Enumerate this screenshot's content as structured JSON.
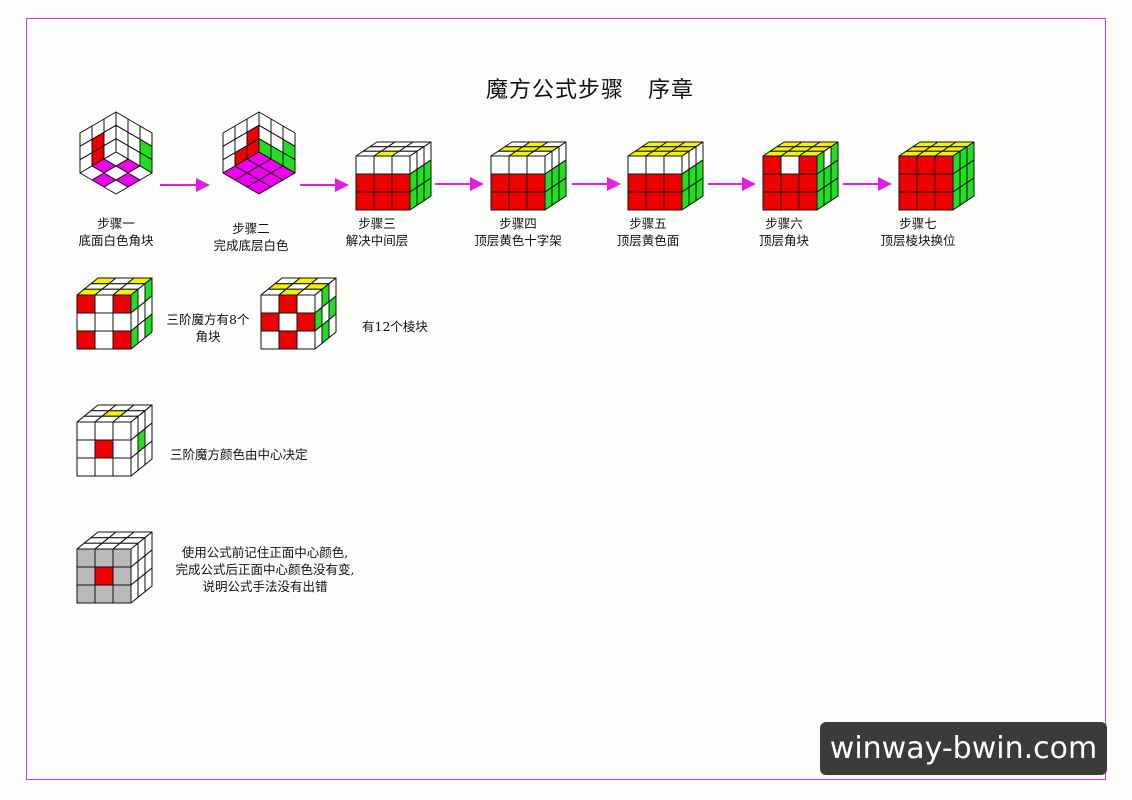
{
  "title": "魔方公式步骤   序章",
  "colors": {
    "white": "#ffffff",
    "red": "#ee0000",
    "green": "#22dd22",
    "yellow": "#f2f200",
    "magenta": "#ee00ee",
    "gray": "#b9b9b9",
    "arrow": "#e020e0",
    "frame": "#d23ad2"
  },
  "steps": [
    {
      "name": "步骤一",
      "desc": "底面白色角块"
    },
    {
      "name": "步骤二",
      "desc": "完成底层白色"
    },
    {
      "name": "步骤三",
      "desc": "解决中间层"
    },
    {
      "name": "步骤四",
      "desc": "顶层黄色十字架"
    },
    {
      "name": "步骤五",
      "desc": "顶层黄色面"
    },
    {
      "name": "步骤六",
      "desc": "顶层角块"
    },
    {
      "name": "步骤七",
      "desc": "顶层棱块换位"
    }
  ],
  "notes": {
    "corners_line1": "三阶魔方有8个",
    "corners_line2": "角块",
    "edges": "有12个棱块",
    "centers": "三阶魔方颜色由中心决定",
    "formula_line1": "使用公式前记住正面中心颜色,",
    "formula_line2": "完成公式后正面中心颜色没有变,",
    "formula_line3": "说明公式手法没有出错"
  },
  "watermark": "winway-bwin.com",
  "cubes": {
    "step1": {
      "left": [
        "white",
        "white",
        "white",
        "white",
        "red",
        "white",
        "white",
        "red",
        "white"
      ],
      "right": [
        "white",
        "white",
        "white",
        "white",
        "white",
        "green",
        "white",
        "white",
        "green"
      ],
      "bottom": [
        "white",
        "magenta",
        "white",
        "magenta",
        "white",
        "magenta",
        "white",
        "magenta",
        "white"
      ]
    },
    "step2": {
      "left": [
        "white",
        "white",
        "white",
        "red",
        "white",
        "white",
        "red",
        "red",
        "white"
      ],
      "right": [
        "white",
        "white",
        "white",
        "white",
        "white",
        "green",
        "green",
        "green",
        "green"
      ],
      "bottom": [
        "magenta",
        "magenta",
        "magenta",
        "magenta",
        "magenta",
        "magenta",
        "magenta",
        "magenta",
        "magenta"
      ]
    },
    "step3": {
      "top": [
        "white",
        "white",
        "white",
        "white",
        "white",
        "white",
        "white",
        "yellow",
        "white"
      ],
      "front": [
        "white",
        "white",
        "white",
        "red",
        "red",
        "red",
        "red",
        "red",
        "red"
      ],
      "right": [
        "white",
        "white",
        "white",
        "green",
        "green",
        "green",
        "green",
        "green",
        "green"
      ]
    },
    "step4": {
      "top": [
        "white",
        "yellow",
        "white",
        "yellow",
        "yellow",
        "yellow",
        "white",
        "yellow",
        "white"
      ],
      "front": [
        "white",
        "white",
        "white",
        "red",
        "red",
        "red",
        "red",
        "red",
        "red"
      ],
      "right": [
        "white",
        "white",
        "white",
        "green",
        "green",
        "green",
        "green",
        "green",
        "green"
      ]
    },
    "step5": {
      "top": [
        "yellow",
        "yellow",
        "yellow",
        "yellow",
        "yellow",
        "yellow",
        "yellow",
        "yellow",
        "yellow"
      ],
      "front": [
        "white",
        "white",
        "white",
        "red",
        "red",
        "red",
        "red",
        "red",
        "red"
      ],
      "right": [
        "white",
        "white",
        "white",
        "green",
        "green",
        "green",
        "green",
        "green",
        "green"
      ]
    },
    "step6": {
      "top": [
        "yellow",
        "yellow",
        "yellow",
        "yellow",
        "yellow",
        "yellow",
        "yellow",
        "yellow",
        "yellow"
      ],
      "front": [
        "red",
        "white",
        "red",
        "red",
        "red",
        "red",
        "red",
        "red",
        "red"
      ],
      "right": [
        "green",
        "white",
        "green",
        "green",
        "green",
        "green",
        "green",
        "green",
        "green"
      ]
    },
    "step7": {
      "top": [
        "yellow",
        "yellow",
        "yellow",
        "yellow",
        "yellow",
        "yellow",
        "yellow",
        "yellow",
        "yellow"
      ],
      "front": [
        "red",
        "red",
        "red",
        "red",
        "red",
        "red",
        "red",
        "red",
        "red"
      ],
      "right": [
        "green",
        "green",
        "green",
        "green",
        "green",
        "green",
        "green",
        "green",
        "green"
      ]
    },
    "corners": {
      "top": [
        "yellow",
        "white",
        "yellow",
        "white",
        "white",
        "white",
        "yellow",
        "white",
        "yellow"
      ],
      "front": [
        "red",
        "white",
        "red",
        "white",
        "white",
        "white",
        "red",
        "white",
        "red"
      ],
      "right": [
        "green",
        "white",
        "green",
        "white",
        "white",
        "white",
        "green",
        "white",
        "green"
      ]
    },
    "edges": {
      "top": [
        "white",
        "yellow",
        "white",
        "yellow",
        "white",
        "yellow",
        "white",
        "yellow",
        "white"
      ],
      "front": [
        "white",
        "red",
        "white",
        "red",
        "white",
        "red",
        "white",
        "red",
        "white"
      ],
      "right": [
        "white",
        "green",
        "white",
        "green",
        "white",
        "green",
        "white",
        "green",
        "white"
      ]
    },
    "centers": {
      "top": [
        "white",
        "white",
        "white",
        "white",
        "yellow",
        "white",
        "white",
        "white",
        "white"
      ],
      "front": [
        "white",
        "white",
        "white",
        "white",
        "red",
        "white",
        "white",
        "white",
        "white"
      ],
      "right": [
        "white",
        "white",
        "white",
        "white",
        "green",
        "white",
        "white",
        "white",
        "white"
      ]
    },
    "formula": {
      "top": [
        "white",
        "white",
        "white",
        "white",
        "white",
        "white",
        "white",
        "white",
        "white"
      ],
      "front": [
        "gray",
        "gray",
        "gray",
        "gray",
        "red",
        "gray",
        "gray",
        "gray",
        "gray"
      ],
      "right": [
        "white",
        "white",
        "white",
        "white",
        "white",
        "white",
        "white",
        "white",
        "white"
      ]
    }
  }
}
